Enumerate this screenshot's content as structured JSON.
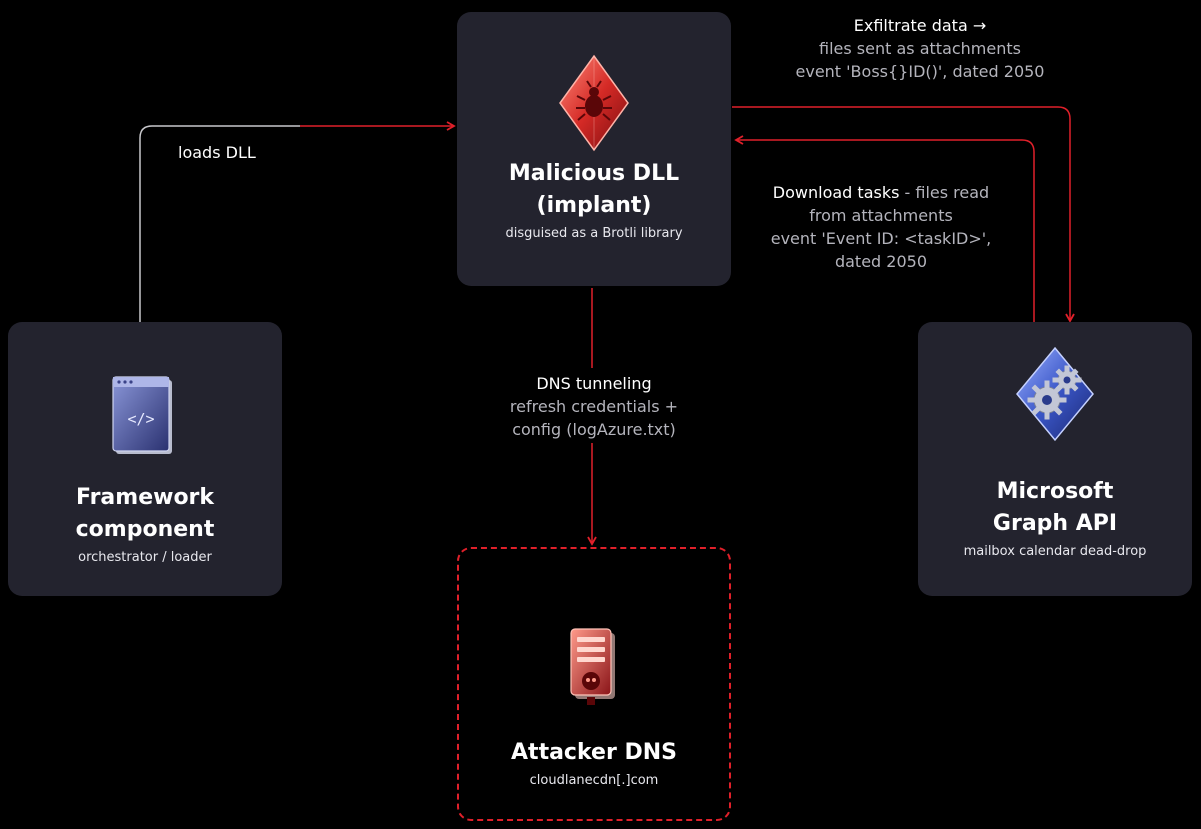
{
  "nodes": {
    "dll": {
      "title_line1": "Malicious DLL",
      "title_line2": "(implant)",
      "subtitle": "disguised as a Brotli library",
      "icon": "bug-diamond-icon"
    },
    "framework": {
      "title_line1": "Framework",
      "title_line2": "component",
      "subtitle": "orchestrator / loader",
      "icon": "code-window-icon"
    },
    "graph": {
      "title_line1": "Microsoft",
      "title_line2": "Graph API",
      "subtitle": "mailbox calendar dead-drop",
      "icon": "gears-diamond-icon"
    },
    "dns": {
      "title": "Attacker DNS",
      "subtitle": "cloudlanecdn[.]com",
      "icon": "server-skull-icon"
    }
  },
  "edges": {
    "loads": {
      "label": "loads DLL"
    },
    "exfil": {
      "line1": "Exfiltrate data →",
      "line2": "files sent as attachments",
      "line3": "event 'Boss{}ID()', dated 2050"
    },
    "download": {
      "line1_a": "Download tasks",
      "line1_b": " - files read",
      "line2": "from attachments",
      "line3": "event 'Event ID: <taskID>',",
      "line4": "dated 2050"
    },
    "dns": {
      "line1": "DNS tunneling",
      "line2": "refresh credentials +",
      "line3": "config (logAzure.txt)"
    }
  },
  "colors": {
    "accent": "#e0202a",
    "card": "#23232e",
    "background": "#000000",
    "connector_gray": "#c8c8cc"
  }
}
